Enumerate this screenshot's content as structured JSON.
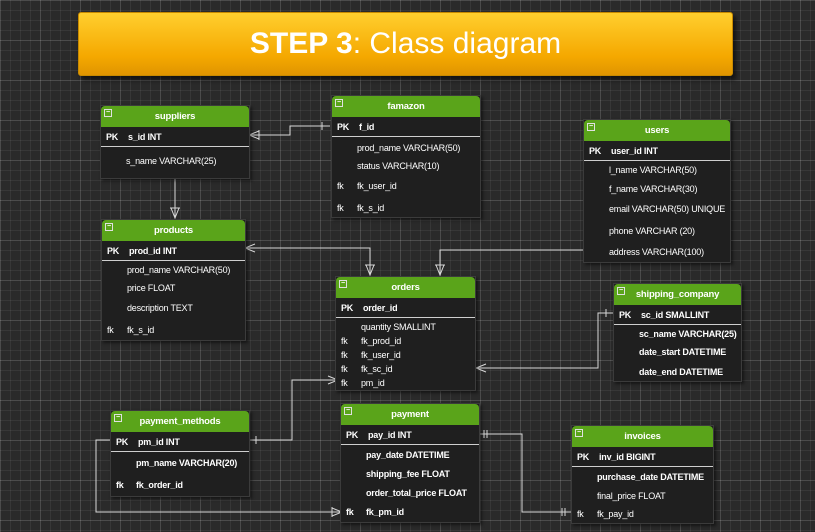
{
  "banner": {
    "step": "STEP 3",
    "sep": ": ",
    "title": "Class diagram"
  },
  "colors": {
    "entity_header": "#5aa41a",
    "banner": "#f5a800",
    "background": "#2a2a2a"
  },
  "entities": {
    "suppliers": {
      "name": "suppliers",
      "pk": {
        "key": "PK",
        "field": "s_id INT"
      },
      "fields": [
        {
          "key": "",
          "field": "s_name VARCHAR(25)"
        }
      ]
    },
    "famazon": {
      "name": "famazon",
      "pk": {
        "key": "PK",
        "field": "f_id"
      },
      "fields": [
        {
          "key": "",
          "field": "prod_name VARCHAR(50)"
        },
        {
          "key": "",
          "field": "status VARCHAR(10)"
        },
        {
          "key": "fk",
          "field": "fk_user_id"
        },
        {
          "key": "fk",
          "field": "fk_s_id"
        }
      ]
    },
    "users": {
      "name": "users",
      "pk": {
        "key": "PK",
        "field": "user_id INT"
      },
      "fields": [
        {
          "key": "",
          "field": "l_name VARCHAR(50)"
        },
        {
          "key": "",
          "field": "f_name VARCHAR(30)"
        },
        {
          "key": "",
          "field": "email VARCHAR(50) UNIQUE"
        },
        {
          "key": "",
          "field": "phone VARCHAR (20)"
        },
        {
          "key": "",
          "field": "address VARCHAR(100)"
        }
      ]
    },
    "products": {
      "name": "products",
      "pk": {
        "key": "PK",
        "field": "prod_id INT"
      },
      "fields": [
        {
          "key": "",
          "field": "prod_name VARCHAR(50)"
        },
        {
          "key": "",
          "field": "price FLOAT"
        },
        {
          "key": "",
          "field": "description TEXT"
        },
        {
          "key": "fk",
          "field": "fk_s_id"
        }
      ]
    },
    "orders": {
      "name": "orders",
      "pk": {
        "key": "PK",
        "field": "order_id"
      },
      "fields": [
        {
          "key": "",
          "field": "quantity SMALLINT"
        },
        {
          "key": "fk",
          "field": "fk_prod_id"
        },
        {
          "key": "fk",
          "field": "fk_user_id"
        },
        {
          "key": "fk",
          "field": "fk_sc_id"
        },
        {
          "key": "fk",
          "field": "pm_id"
        }
      ]
    },
    "shipping_company": {
      "name": "shipping_company",
      "pk": {
        "key": "PK",
        "field": "sc_id SMALLINT"
      },
      "fields": [
        {
          "key": "",
          "field": "sc_name VARCHAR(25)"
        },
        {
          "key": "",
          "field": "date_start DATETIME"
        },
        {
          "key": "",
          "field": "date_end DATETIME"
        }
      ]
    },
    "payment_methods": {
      "name": "payment_methods",
      "pk": {
        "key": "PK",
        "field": "pm_id INT"
      },
      "fields": [
        {
          "key": "",
          "field": "pm_name VARCHAR(20)"
        },
        {
          "key": "fk",
          "field": "fk_order_id"
        }
      ]
    },
    "payment": {
      "name": "payment",
      "pk": {
        "key": "PK",
        "field": "pay_id INT"
      },
      "fields": [
        {
          "key": "",
          "field": "pay_date DATETIME"
        },
        {
          "key": "",
          "field": "shipping_fee FLOAT"
        },
        {
          "key": "",
          "field": "order_total_price FLOAT"
        },
        {
          "key": "fk",
          "field": "fk_pm_id"
        }
      ]
    },
    "invoices": {
      "name": "invoices",
      "pk": {
        "key": "PK",
        "field": "inv_id BIGINT"
      },
      "fields": [
        {
          "key": "",
          "field": "purchase_date DATETIME"
        },
        {
          "key": "",
          "field": "final_price FLOAT"
        },
        {
          "key": "fk",
          "field": "fk_pay_id"
        }
      ]
    }
  }
}
